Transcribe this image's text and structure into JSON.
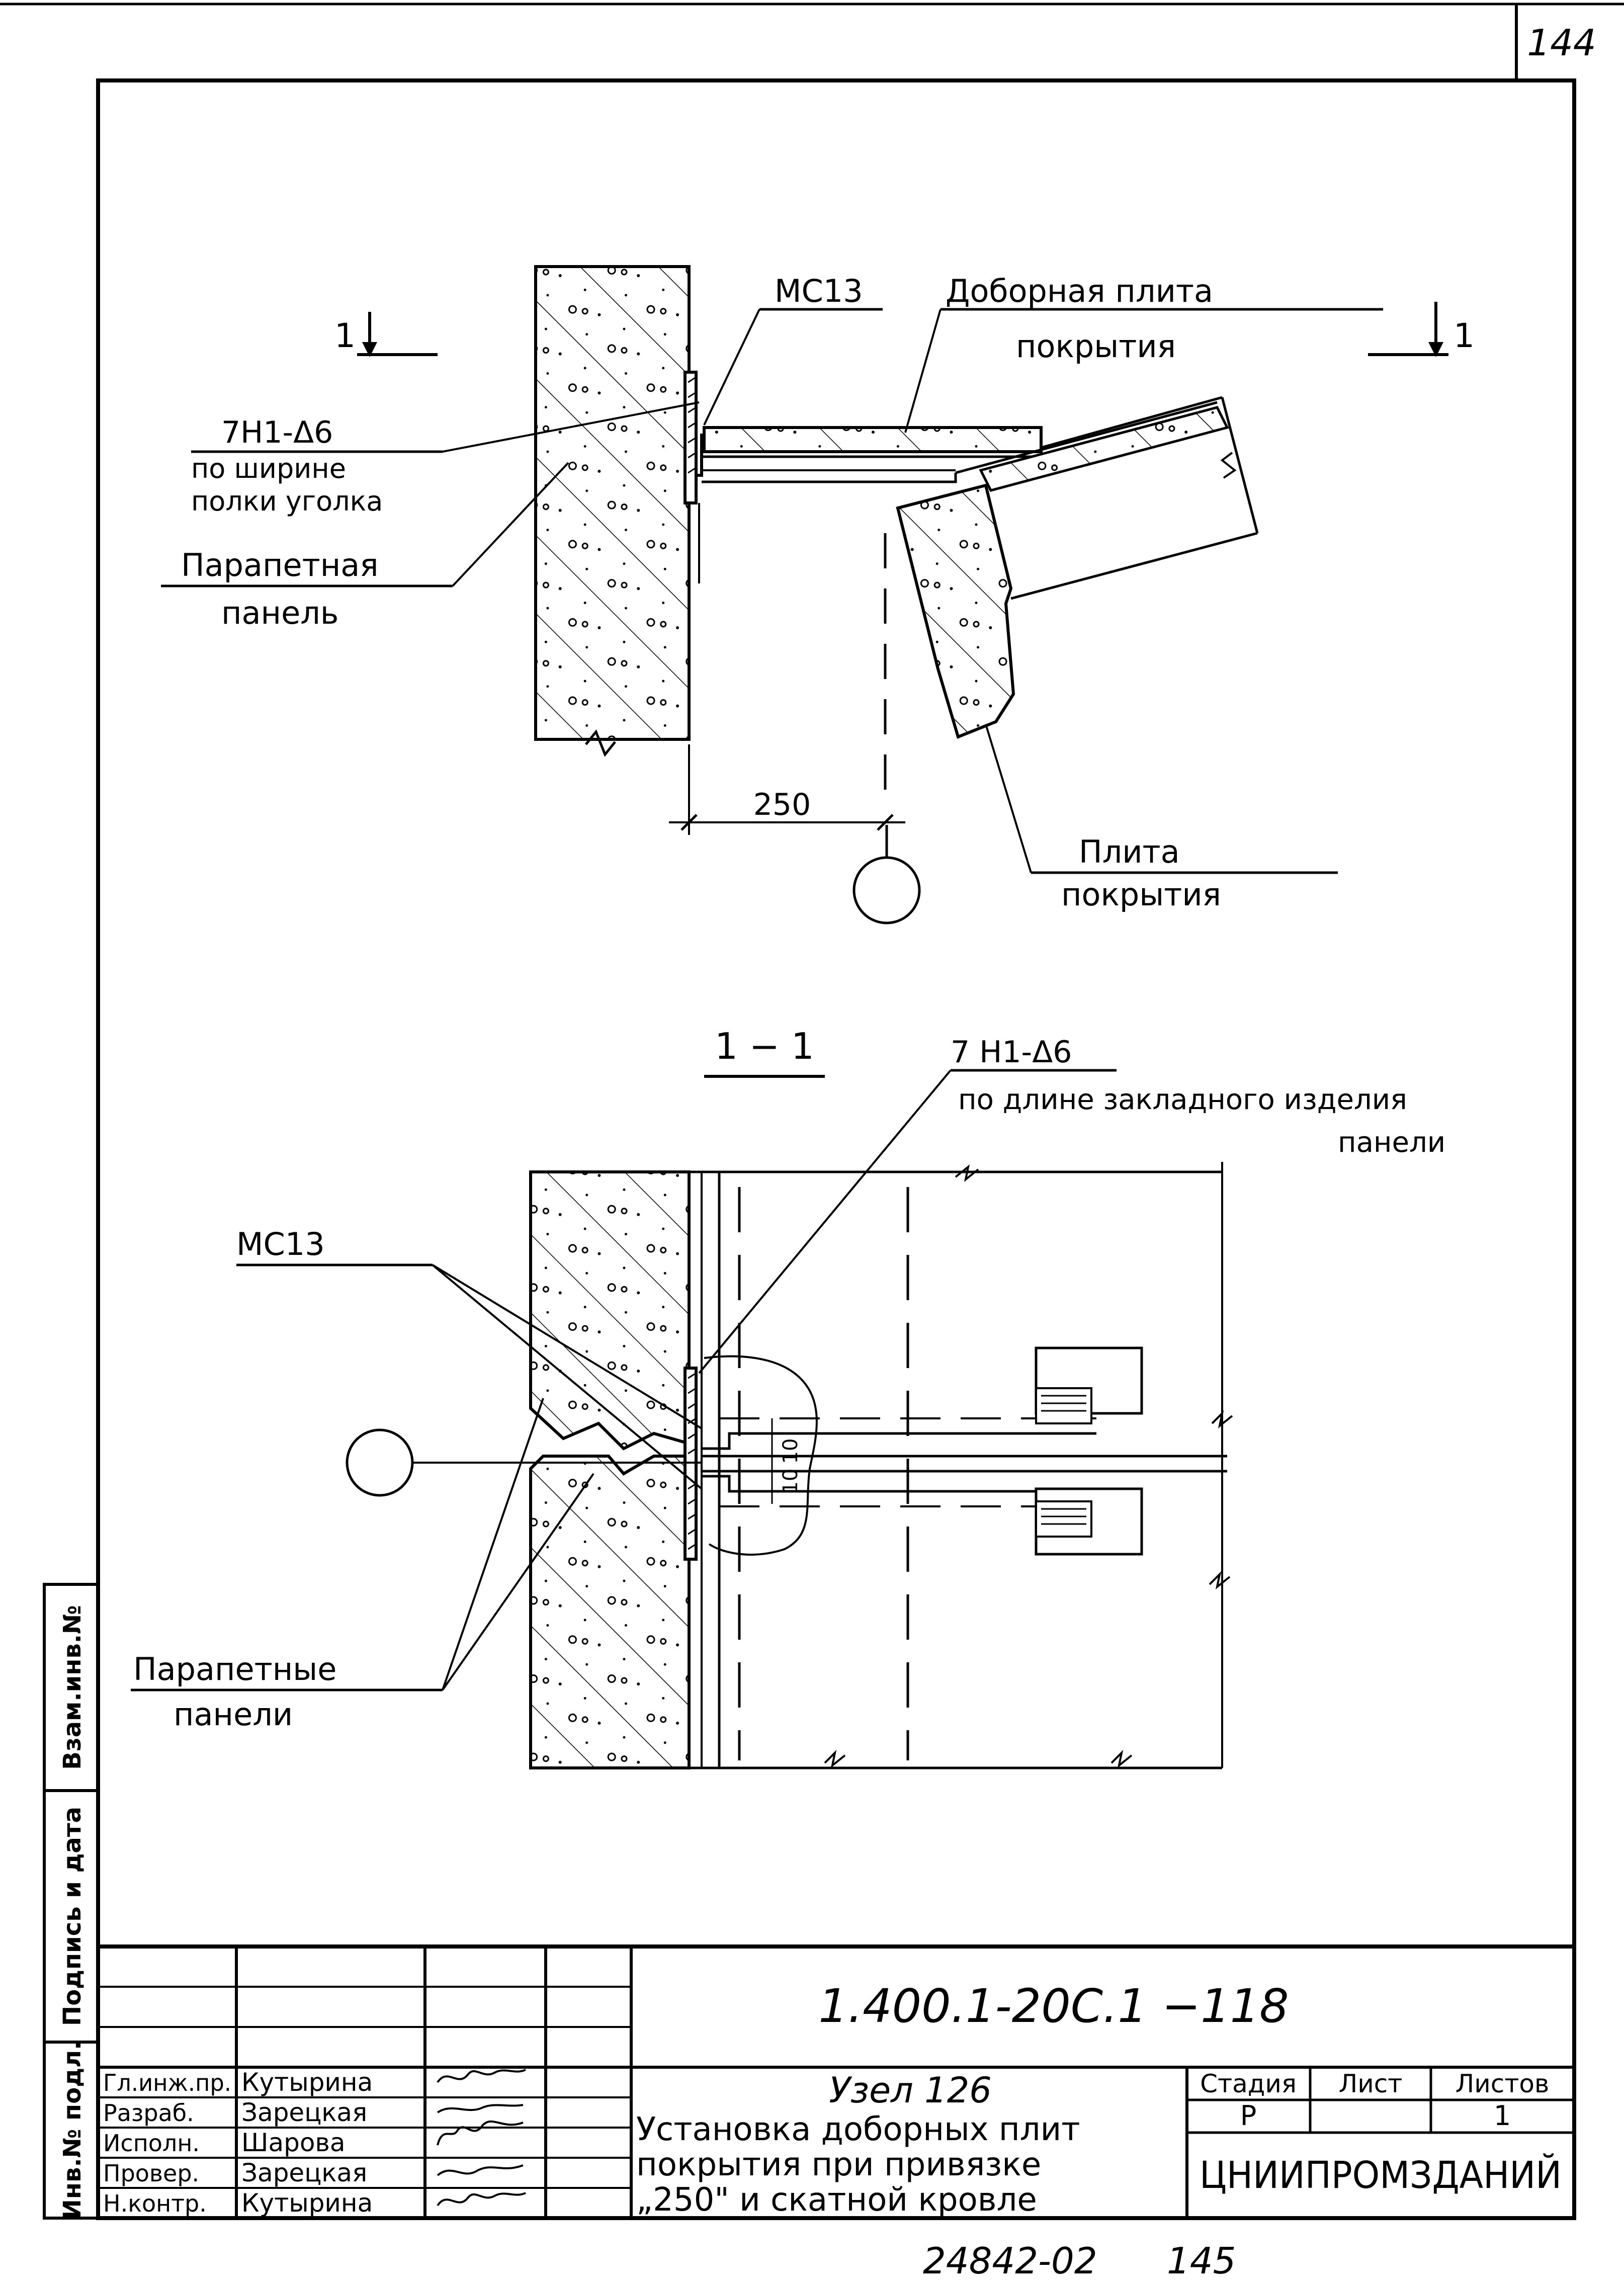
{
  "sheet": {
    "sheet_number": "144",
    "footer_code": "24842-02",
    "footer_number": "145"
  },
  "plan_view": {
    "section_left": "1",
    "section_right": "1",
    "mc13": "МС13",
    "dobor_line1": "Доборная плита",
    "dobor_line2": "покрытия",
    "weld_code": "7Н1-Δ6",
    "weld_line2": "по ширине",
    "weld_line3": "полки уголка",
    "parapet_line1": "Парапетная",
    "parapet_line2": "панель",
    "dim_250": "250",
    "plita_line1": "Плита",
    "plita_line2": "покрытия"
  },
  "section_view": {
    "title": "1 − 1",
    "weld_code": "7 Н1-Δ6",
    "weld_line2": "по длине закладного изделия",
    "weld_line3": "панели",
    "mc13": "МС13",
    "panels_line1": "Парапетные",
    "panels_line2": "панели",
    "dim_10a": "10",
    "dim_10b": "10"
  },
  "side_stamp": {
    "inv_orig": "Инв.№ подл.",
    "sign_date": "Подпись и дата",
    "inv_replace": "Взам.инв.№"
  },
  "title_block": {
    "designation": "1.400.1-20С.1  −118",
    "node_title": "Узел 126",
    "desc_line1": "Установка доборных плит",
    "desc_line2": "покрытия при привязке",
    "desc_line3": "„250\" и скатной кровле",
    "stage_header": "Стадия",
    "sheet_header": "Лист",
    "sheets_header": "Листов",
    "stage_value": "Р",
    "sheet_value": "",
    "sheets_value": "1",
    "organization": "ЦНИИПРОМЗДАНИЙ",
    "roles": [
      {
        "role": "Гл.инж.пр.",
        "name": "Кутырина"
      },
      {
        "role": "Разраб.",
        "name": "Зарецкая"
      },
      {
        "role": "Исполн.",
        "name": "Шарова"
      },
      {
        "role": "Провер.",
        "name": "Зарецкая"
      },
      {
        "role": "Н.контр.",
        "name": "Кутырина"
      }
    ]
  }
}
